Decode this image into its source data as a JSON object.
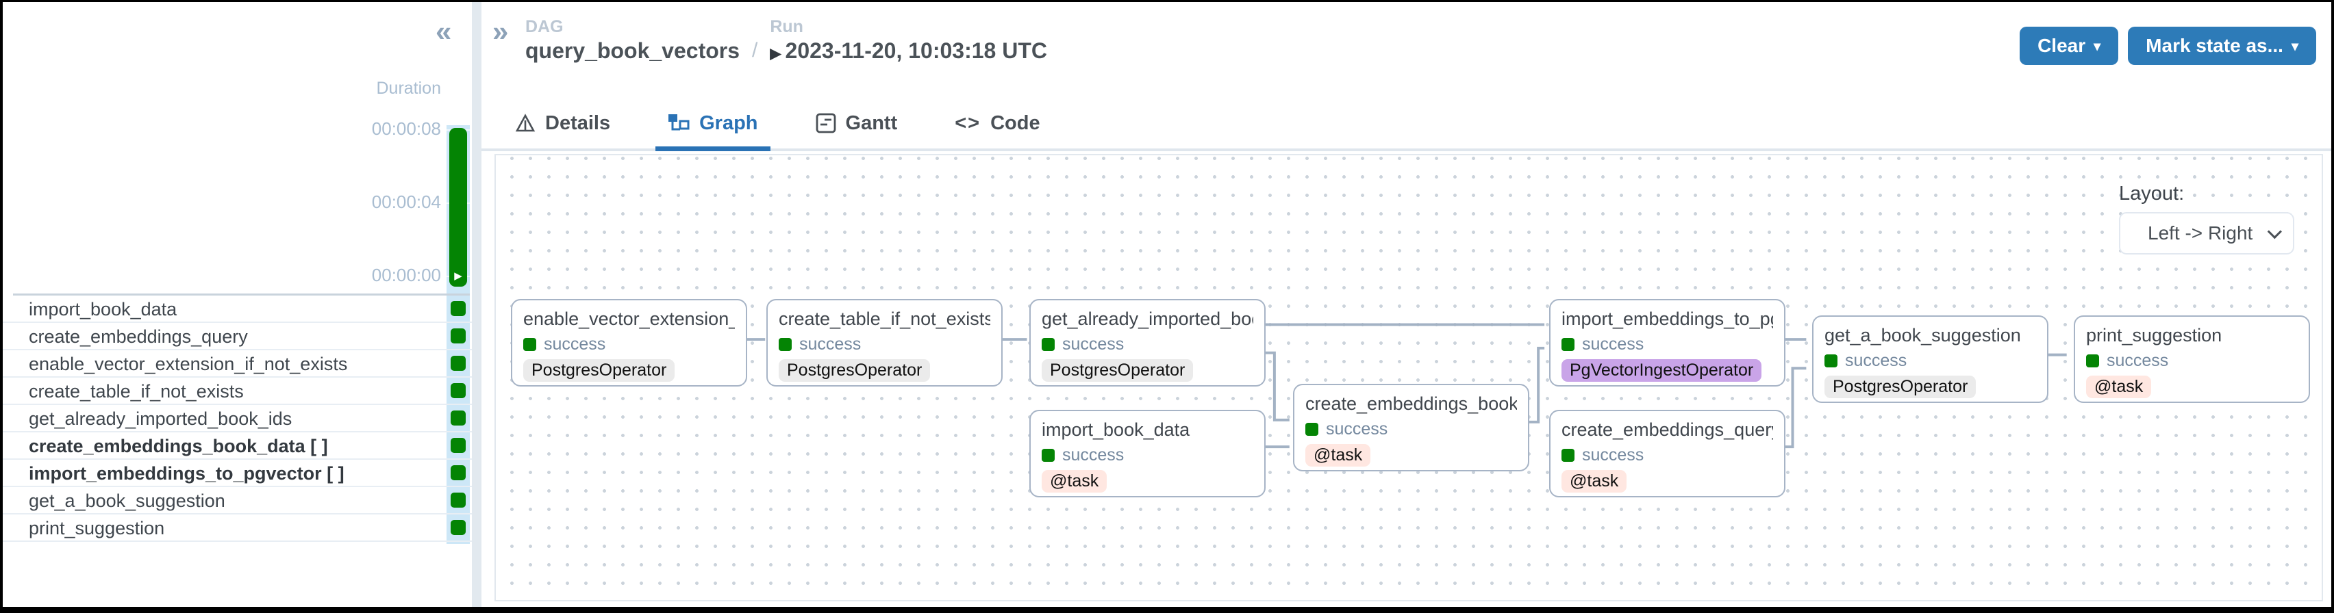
{
  "colors": {
    "accent_blue": "#2d7bb8",
    "active_tab_blue": "#2a72b5",
    "success_green": "#048404",
    "run_column_blue": "#cde7f7",
    "node_border": "#a7b4c6",
    "badge_operator_bg": "#ebebeb",
    "badge_task_bg": "#ffe7e1",
    "badge_pgvector_bg": "#c9a4e8"
  },
  "icons": {
    "collapse": "«",
    "expand": "»",
    "run_marker": "▶",
    "bar_play": "▶",
    "caret_down": "▾",
    "code": "<>"
  },
  "sidebar": {
    "duration_label": "Duration",
    "ticks": [
      "00:00:08",
      "00:00:04",
      "00:00:00"
    ],
    "run_status": "success",
    "tasks": [
      {
        "label": "import_book_data"
      },
      {
        "label": "create_embeddings_query"
      },
      {
        "label": "enable_vector_extension_if_not_exists"
      },
      {
        "label": "create_table_if_not_exists"
      },
      {
        "label": "get_already_imported_book_ids"
      },
      {
        "label": "create_embeddings_book_data [ ]"
      },
      {
        "label": "import_embeddings_to_pgvector [ ]"
      },
      {
        "label": "get_a_book_suggestion"
      },
      {
        "label": "print_suggestion"
      }
    ]
  },
  "header": {
    "dag_label": "DAG",
    "dag_name": "query_book_vectors",
    "separator": "/",
    "run_label": "Run",
    "run_value": "2023-11-20, 10:03:18 UTC",
    "clear_button": "Clear",
    "mark_state_button": "Mark state as..."
  },
  "tabs": [
    {
      "label": "Details"
    },
    {
      "label": "Graph"
    },
    {
      "label": "Gantt"
    },
    {
      "label": "Code"
    }
  ],
  "graph": {
    "layout_label": "Layout:",
    "layout_value": "Left -> Right",
    "nodes": [
      {
        "name": "enable_vector_extension_if_n...",
        "status": "success",
        "badge": "PostgresOperator"
      },
      {
        "name": "create_table_if_not_exists",
        "status": "success",
        "badge": "PostgresOperator"
      },
      {
        "name": "get_already_imported_book_ids",
        "status": "success",
        "badge": "PostgresOperator"
      },
      {
        "name": "import_book_data",
        "status": "success",
        "badge": "@task"
      },
      {
        "name": "create_embeddings_book_da...",
        "status": "success",
        "badge": "@task"
      },
      {
        "name": "import_embeddings_to_pgve...",
        "status": "success",
        "badge": "PgVectorIngestOperator"
      },
      {
        "name": "create_embeddings_query",
        "status": "success",
        "badge": "@task"
      },
      {
        "name": "get_a_book_suggestion",
        "status": "success",
        "badge": "PostgresOperator"
      },
      {
        "name": "print_suggestion",
        "status": "success",
        "badge": "@task"
      }
    ]
  }
}
